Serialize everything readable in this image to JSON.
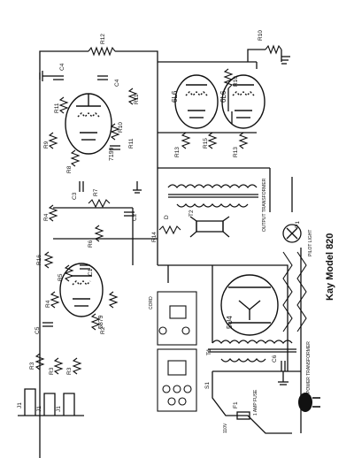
{
  "title": "Kay Model 820",
  "tubes": {
    "v1": "7199",
    "v2": "5879",
    "v3": "6L6",
    "v4": "6L6",
    "rect": "5U4"
  },
  "parts": {
    "r12": "R12",
    "r10a": "R10",
    "r10b": "R10",
    "r11a": "R11",
    "r11b": "R11",
    "r11c": "R11",
    "r9": "R9",
    "r8": "R8",
    "r7": "R7",
    "r6": "R6",
    "r5": "R5",
    "r4a": "R4",
    "r4b": "R4",
    "r16": "R16",
    "r3a": "R3",
    "r3b": "R3",
    "r3c": "R3",
    "r2": "R2",
    "r13a": "R13",
    "r13b": "R13",
    "r14": "R14",
    "r15": "R15",
    "c4a": "C4",
    "c4b": "C4",
    "c3": "C3",
    "c2": "C2",
    "c1": "C1",
    "c5": "C5",
    "c6": "C6",
    "j1a": "J1",
    "j1b": "J1",
    "j1c": "J1",
    "t1": "T1",
    "t2": "T2",
    "s1": "S1",
    "f1": "F1",
    "p1": "P1",
    "d": "D"
  },
  "labels": {
    "output_transformer": "OUTPUT TRANSFORMER",
    "power_transformer": "POWER TRANSFORMER",
    "pilot_light": "PILOT LIGHT",
    "cord": "CORD",
    "line_110v": "110V",
    "fuse": "1 AMP FUSE"
  }
}
